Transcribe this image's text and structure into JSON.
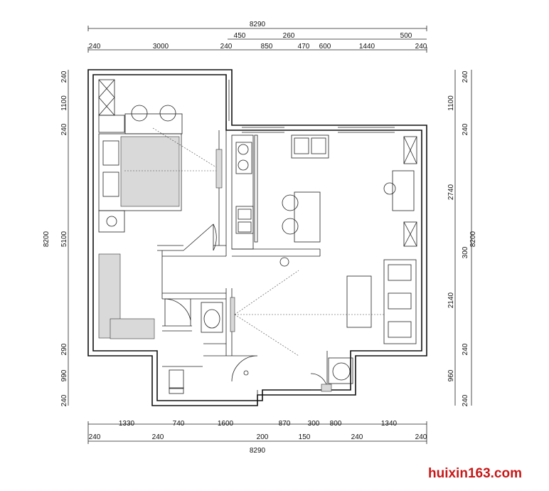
{
  "dimensions": {
    "top_total": "8290",
    "top_row1": [
      "450",
      "260",
      "500"
    ],
    "top_row2": [
      "240",
      "3000",
      "240",
      "850",
      "470",
      "600",
      "1440",
      "240"
    ],
    "bottom_row1": [
      "1330",
      "740",
      "1600",
      "870",
      "300",
      "800",
      "1340"
    ],
    "bottom_row2": [
      "240",
      "240",
      "200",
      "150",
      "240",
      "240"
    ],
    "bottom_total": "8290",
    "left_inner": [
      "240",
      "1100",
      "240",
      "5100",
      "290",
      "990",
      "240"
    ],
    "left_total": "8200",
    "right_inner": [
      "240",
      "1100",
      "240",
      "2740",
      "300",
      "2140",
      "240",
      "960",
      "240"
    ],
    "right_total": "8200"
  },
  "watermark": "huixin163.com"
}
